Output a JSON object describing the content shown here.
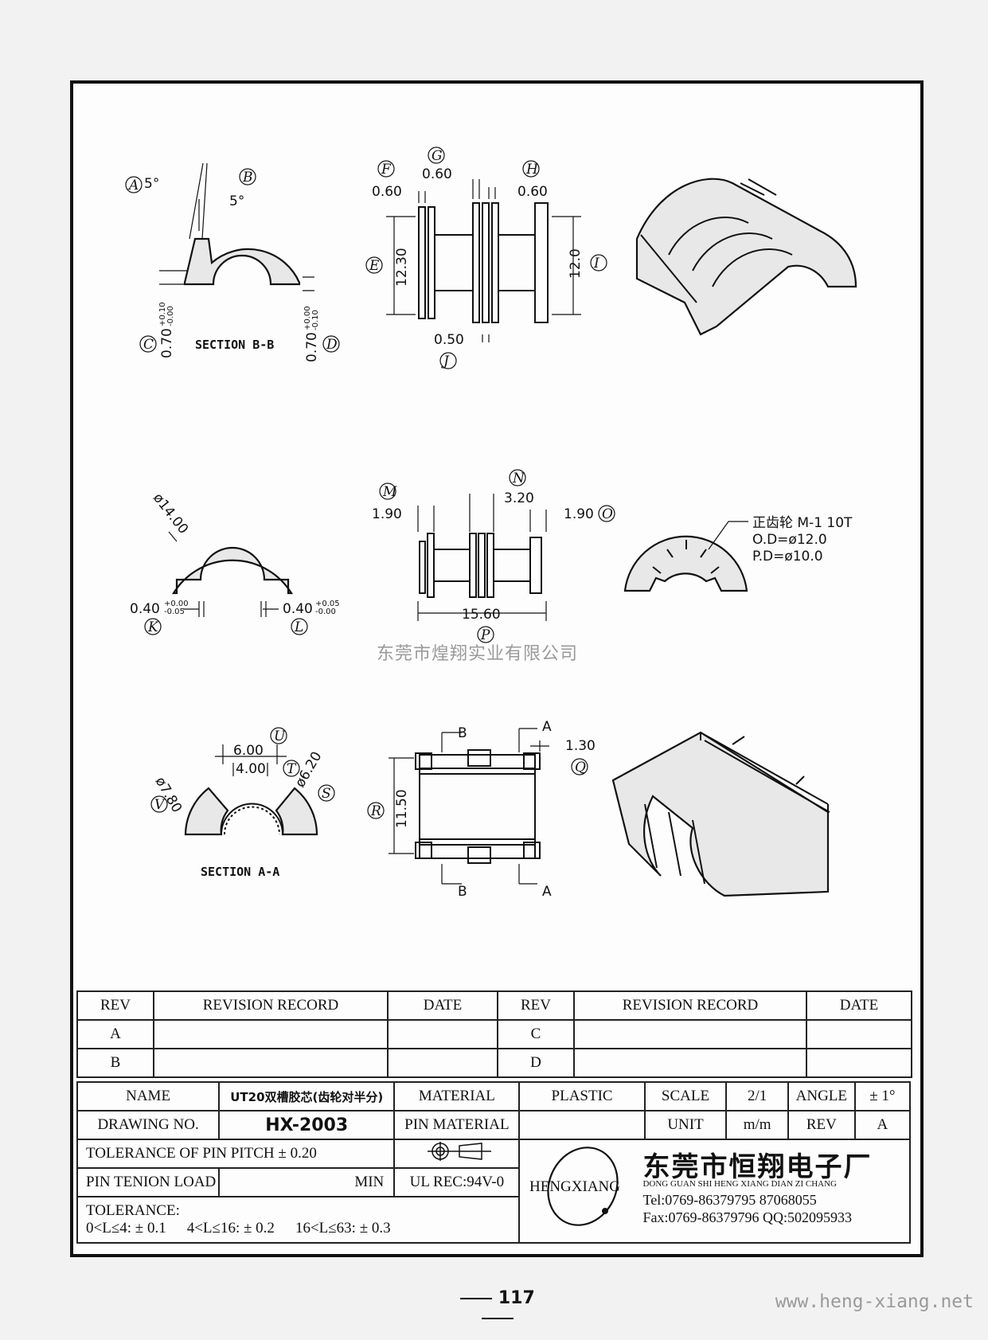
{
  "drawing": {
    "callouts": {
      "A": "A",
      "B": "B",
      "C": "C",
      "D": "D",
      "E": "E",
      "F": "F",
      "G": "G",
      "H": "H",
      "I": "I",
      "J": "J",
      "K": "K",
      "L": "L",
      "M": "M",
      "N": "N",
      "O": "O",
      "P": "P",
      "Q": "Q",
      "R": "R",
      "S": "S",
      "T": "T",
      "U": "U",
      "V": "V"
    },
    "dims": {
      "angle_a": "5°",
      "angle_b": "5°",
      "c_070": "0.70",
      "c_tol_plus": "+0.10",
      "c_tol_minus": "-0.00",
      "d_070": "0.70",
      "d_tol_plus": "+0.00",
      "d_tol_minus": "-0.10",
      "f_060": "0.60",
      "g_060": "0.60",
      "h_060": "0.60",
      "e_1230": "12.30",
      "i_120": "12.0",
      "j_050": "0.50",
      "phi1400": "ø14.00",
      "k_040": "0.40",
      "k_tol_plus": "+0.00",
      "k_tol_minus": "-0.05",
      "l_040": "0.40",
      "l_tol_plus": "+0.05",
      "l_tol_minus": "-0.00",
      "m_190": "1.90",
      "n_320": "3.20",
      "o_190": "1.90",
      "p_1560": "15.60",
      "u_600": "6.00",
      "t_400": "4.00",
      "v_phi780": "ø7.80",
      "s_phi620": "ø6.20",
      "r_1150": "11.50",
      "q_130": "1.30",
      "sec_a": "A",
      "sec_b": "B"
    },
    "section_bb": "SECTION B-B",
    "section_aa": "SECTION A-A",
    "gear_note": [
      "正齿轮  M-1  10T",
      "O.D=ø12.0",
      "P.D=ø10.0"
    ]
  },
  "watermark": "东莞市煌翔实业有限公司",
  "revision_table": {
    "headers": [
      "REV",
      "REVISION RECORD",
      "DATE",
      "REV",
      "REVISION RECORD",
      "DATE"
    ],
    "rows": [
      [
        "A",
        "",
        "",
        "C",
        "",
        ""
      ],
      [
        "B",
        "",
        "",
        "D",
        "",
        ""
      ]
    ]
  },
  "title_block": {
    "name_label": "NAME",
    "name_value": "UT20双槽胶芯(齿轮对半分)",
    "material_label": "MATERIAL",
    "material_value": "PLASTIC",
    "scale_label": "SCALE",
    "scale_value": "2/1",
    "angle_label": "ANGLE",
    "angle_value": "± 1°",
    "drawing_no_label": "DRAWING NO.",
    "drawing_no_value": "HX-2003",
    "pin_material_label": "PIN MATERIAL",
    "pin_material_value": "",
    "unit_label": "UNIT",
    "unit_value": "m/m",
    "rev_label": "REV",
    "rev_value": "A",
    "pin_pitch_tolerance": "TOLERANCE OF PIN PITCH ± 0.20",
    "pin_tenion_load": "PIN TENION LOAD",
    "min_label": "MIN",
    "ul_rec": "UL REC:94V-0",
    "tolerance_label": "TOLERANCE:",
    "tolerance_ranges": [
      "0<L≤4: ± 0.1",
      "4<L≤16: ± 0.2",
      "16<L≤63: ± 0.3"
    ]
  },
  "company": {
    "logo_text": "HENGXIANG",
    "name_cn": "东莞市恒翔电子厂",
    "name_pinyin": "DONG GUAN SHI HENG XIANG DIAN ZI CHANG",
    "tel": "Tel:0769-86379795  87068055",
    "fax": "Fax:0769-86379796  QQ:502095933"
  },
  "page_number": "117",
  "website": "www.heng-xiang.net"
}
